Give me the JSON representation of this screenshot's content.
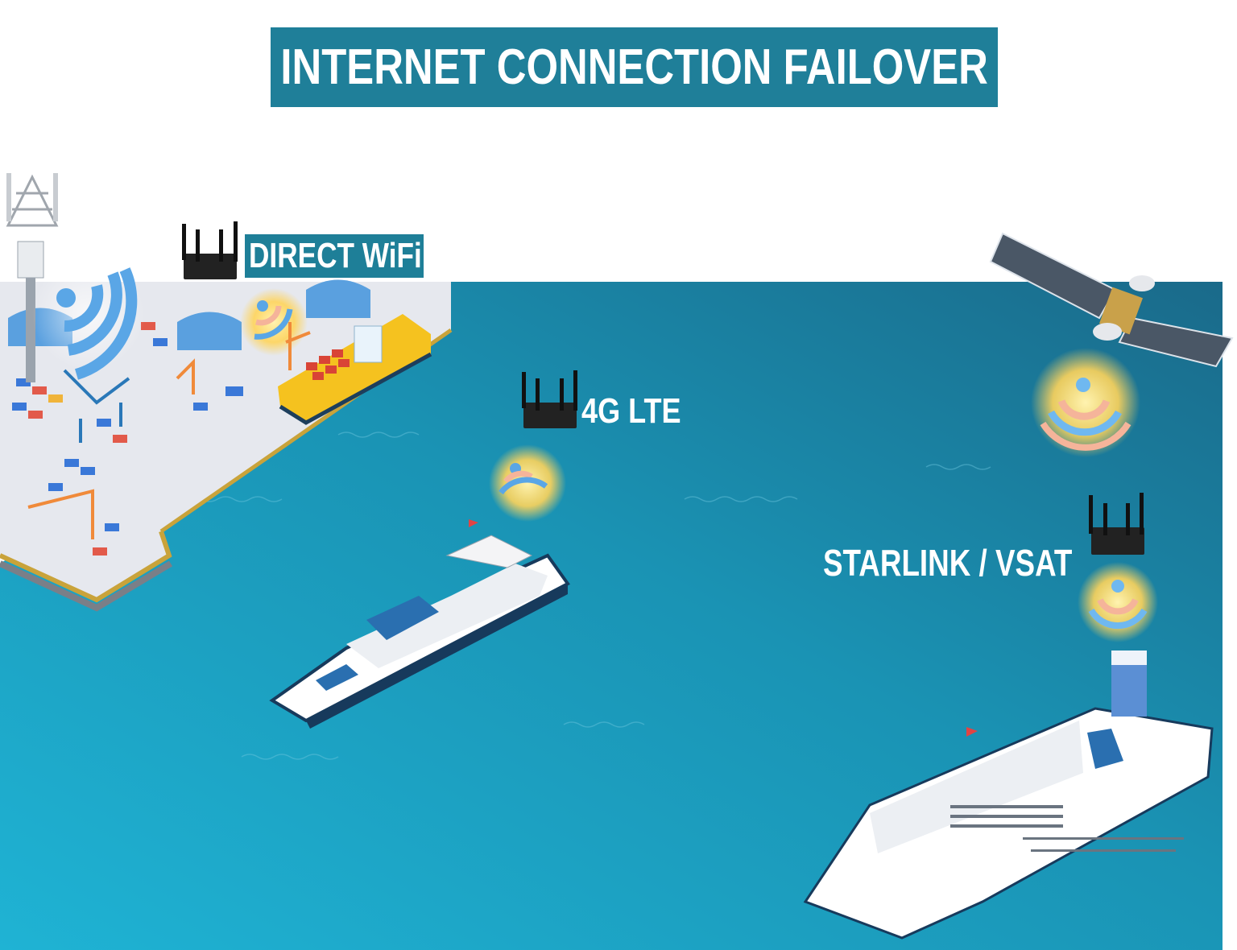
{
  "title": "INTERNET CONNECTION FAILOVER",
  "labels": {
    "direct_wifi": "DIRECT WiFi",
    "lte": "4G LTE",
    "starlink": "STARLINK / VSAT"
  },
  "colors": {
    "banner": "#1f7f99",
    "sea_light": "#1eaecf",
    "sea_dark": "#1a6f8e",
    "signal_glow": "#ffd45a",
    "signal_blue": "#6fb8f0",
    "signal_peach": "#f5b49a"
  },
  "icons": [
    "cell-tower-icon",
    "router-icon",
    "satellite-icon",
    "wifi-signal-icon",
    "yacht-icon",
    "cruise-ship-icon",
    "cargo-ship-icon",
    "port-icon"
  ]
}
